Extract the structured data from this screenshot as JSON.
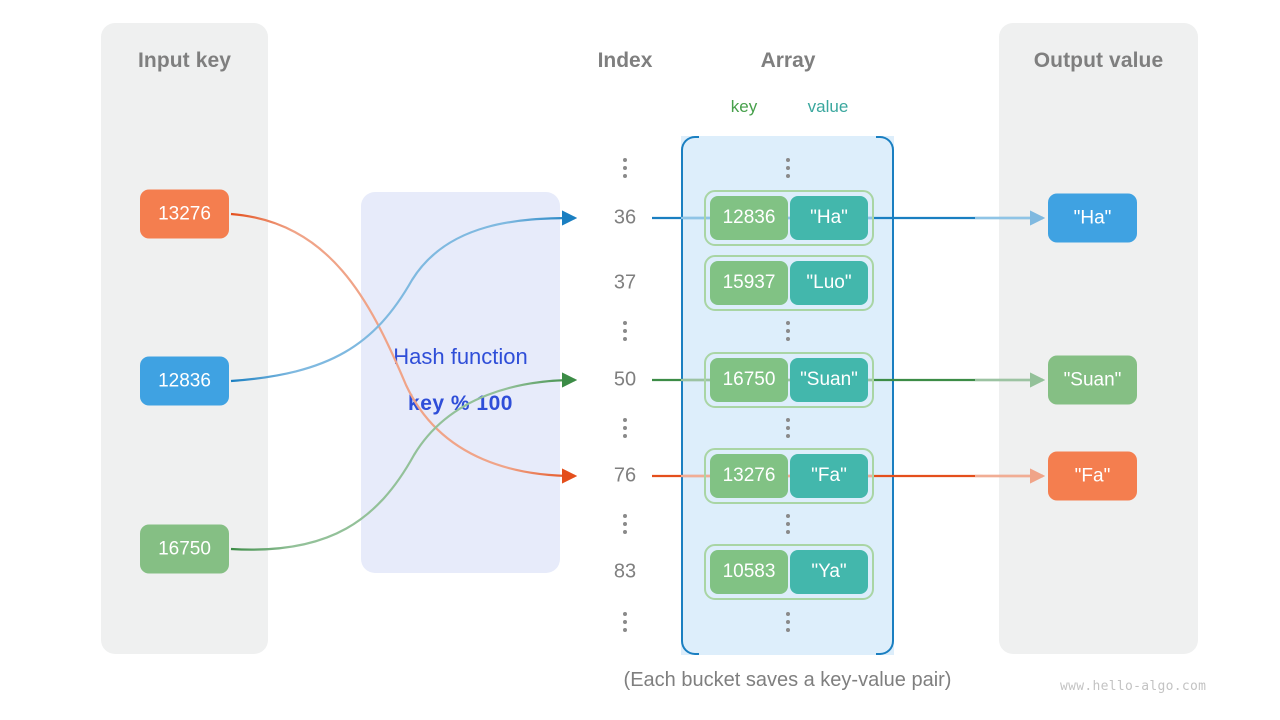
{
  "panels": {
    "input": {
      "title": "Input key"
    },
    "output": {
      "title": "Output value"
    }
  },
  "headings": {
    "index": "Index",
    "array": "Array",
    "key": "key",
    "value": "value"
  },
  "hash": {
    "label": "Hash function",
    "formula": "key % 100"
  },
  "input_keys": [
    {
      "text": "13276",
      "color": "#f47e4f"
    },
    {
      "text": "12836",
      "color": "#3fa2e2"
    },
    {
      "text": "16750",
      "color": "#85bf84"
    }
  ],
  "index_column": [
    {
      "type": "dots"
    },
    {
      "type": "label",
      "text": "36"
    },
    {
      "type": "label",
      "text": "37"
    },
    {
      "type": "dots"
    },
    {
      "type": "label",
      "text": "50"
    },
    {
      "type": "dots"
    },
    {
      "type": "label",
      "text": "76"
    },
    {
      "type": "dots"
    },
    {
      "type": "label",
      "text": "83"
    },
    {
      "type": "dots"
    }
  ],
  "buckets": [
    {
      "key": "12836",
      "value": "\"Ha\"",
      "index": "36"
    },
    {
      "key": "15937",
      "value": "\"Luo\"",
      "index": "37"
    },
    {
      "key": "16750",
      "value": "\"Suan\"",
      "index": "50"
    },
    {
      "key": "13276",
      "value": "\"Fa\"",
      "index": "76"
    },
    {
      "key": "10583",
      "value": "\"Ya\"",
      "index": "83"
    }
  ],
  "output_values": [
    {
      "text": "\"Ha\"",
      "color": "#3fa2e2"
    },
    {
      "text": "\"Suan\"",
      "color": "#85bf84"
    },
    {
      "text": "\"Fa\"",
      "color": "#f47e4f"
    }
  ],
  "caption": "(Each bucket saves a key-value pair)",
  "watermark": "www.hello-algo.com",
  "colors": {
    "panel_bg": "#eff0f0",
    "hash_bg": "#e7ebfa",
    "hash_text": "#2f4ed8",
    "array_bg": "#ddeefb",
    "array_border": "#1a7fc1",
    "bucket_border": "#a9d5a4",
    "bucket_key": "#81c284",
    "bucket_value": "#43b7ac",
    "heading": "#7f7f7f",
    "flow_blue": "#1a7fc1",
    "flow_green": "#3c8c46",
    "flow_orange": "#e44f1c"
  }
}
